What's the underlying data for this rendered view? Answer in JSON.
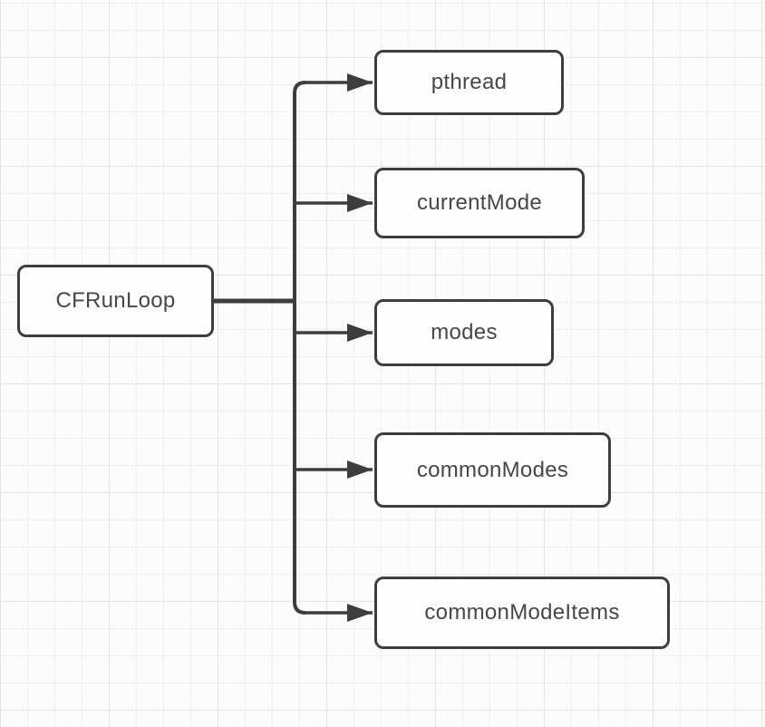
{
  "diagram": {
    "root": {
      "label": "CFRunLoop"
    },
    "children": [
      {
        "label": "pthread"
      },
      {
        "label": "currentMode"
      },
      {
        "label": "modes"
      },
      {
        "label": "commonModes"
      },
      {
        "label": "commonModeItems"
      }
    ],
    "colors": {
      "line": "#3d3d3d",
      "node_border": "#3e3e3e",
      "node_fill": "#fdfdfd",
      "text": "#474747",
      "background": "#fcfcfc",
      "grid_minor": "#efefef",
      "grid_major": "#e4e4e4"
    }
  }
}
